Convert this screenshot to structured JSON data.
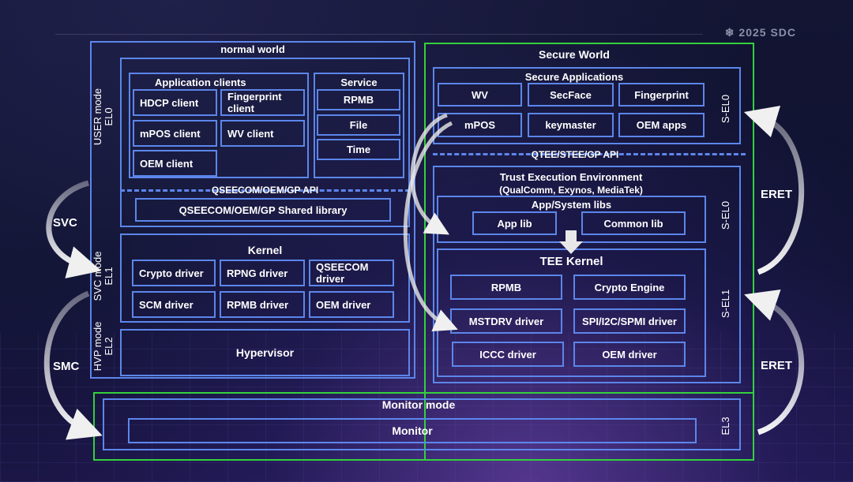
{
  "logo": {
    "text": "2025 SDC",
    "icon": "snowflake-icon"
  },
  "normal_world": {
    "title": "normal world",
    "app_clients": {
      "title": "Application clients",
      "items": [
        "HDCP client",
        "Fingerprint client",
        "mPOS client",
        "WV client",
        "OEM client"
      ]
    },
    "service": {
      "title": "Service",
      "items": [
        "RPMB",
        "File",
        "Time"
      ]
    },
    "api_label": "QSEECOM/OEM/GP API",
    "shared_lib": "QSEECOM/OEM/GP Shared library",
    "kernel": {
      "title": "Kernel",
      "items": [
        "Crypto driver",
        "RPNG driver",
        "QSEECOM driver",
        "SCM driver",
        "RPMB driver",
        "OEM driver"
      ]
    },
    "hypervisor": "Hypervisor"
  },
  "secure_world": {
    "title": "Secure World",
    "secure_apps": {
      "title": "Secure Applications",
      "items": [
        "WV",
        "SecFace",
        "Fingerprint",
        "mPOS",
        "keymaster",
        "OEM apps"
      ]
    },
    "api_label": "QTEE/STEE/GP API",
    "tee": {
      "title": "Trust Execution Environment",
      "subtitle": "(QualComm, Exynos, MediaTek)"
    },
    "libs": {
      "title": "App/System libs",
      "items": [
        "App lib",
        "Common lib"
      ]
    },
    "tee_kernel": {
      "title": "TEE Kernel",
      "items": [
        "RPMB",
        "Crypto Engine",
        "MSTDRV driver",
        "SPI/I2C/SPMI driver",
        "ICCC driver",
        "OEM driver"
      ]
    }
  },
  "monitor": {
    "title": "Monitor mode",
    "label": "Monitor"
  },
  "modes": {
    "user": "USER mode",
    "el0": "EL0",
    "svc": "SVC mode",
    "el1": "EL1",
    "hvp": "HVP mode",
    "el2": "EL2",
    "sel0_apps": "S-EL0",
    "sel0_libs": "S-EL0",
    "sel1": "S-EL1",
    "el3": "EL3"
  },
  "transitions": {
    "svc": "SVC",
    "smc": "SMC",
    "eret_top": "ERET",
    "eret_bottom": "ERET"
  }
}
